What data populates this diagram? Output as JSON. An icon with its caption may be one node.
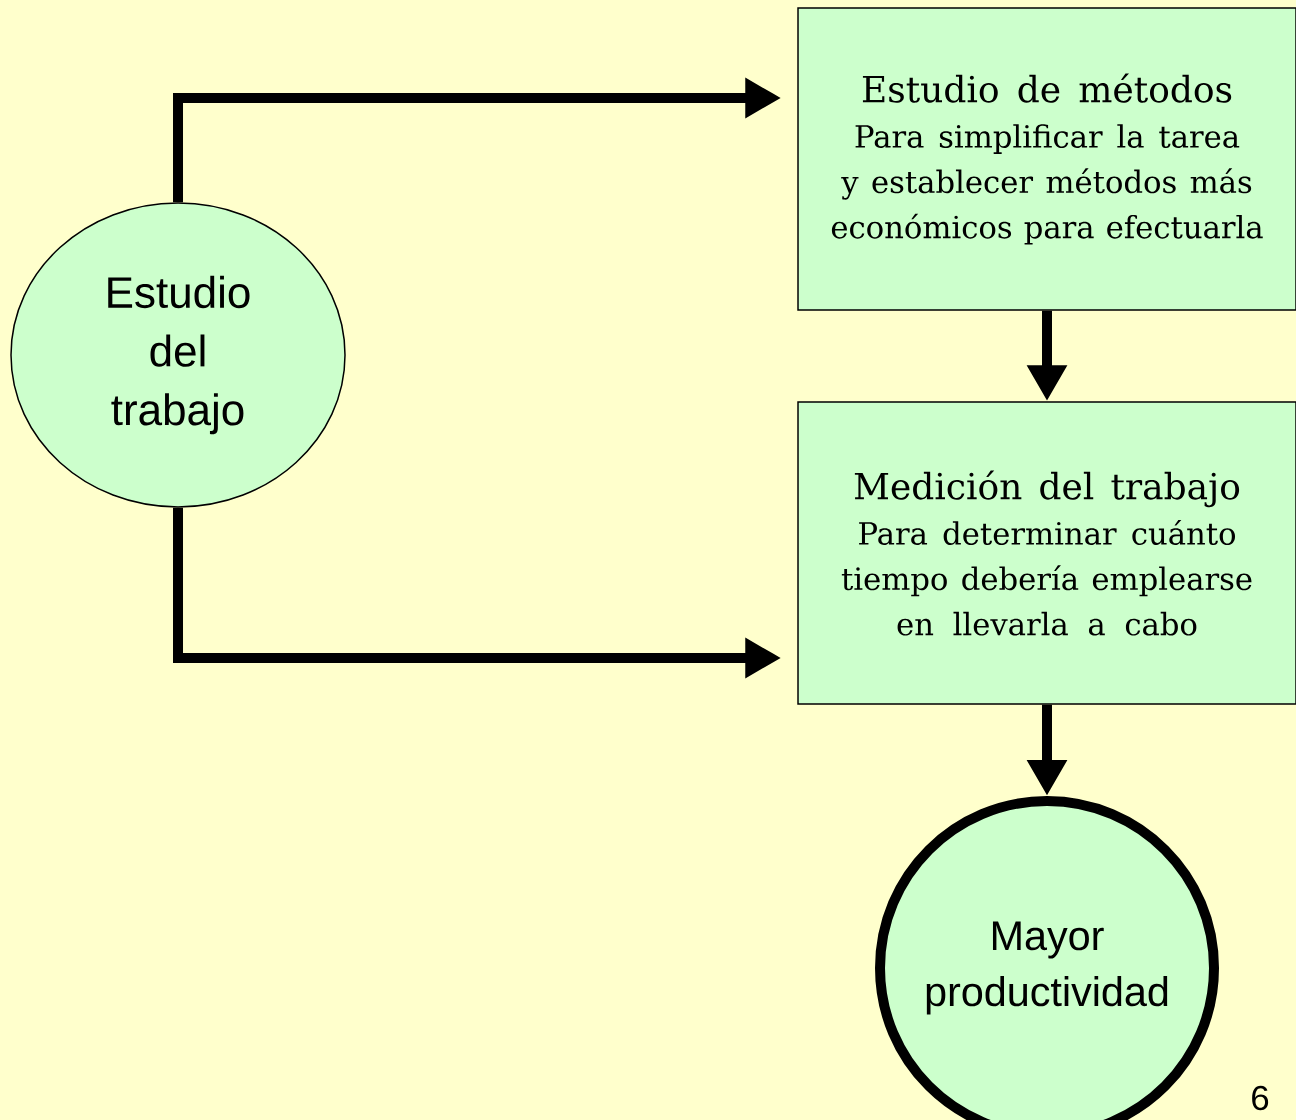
{
  "diagram": {
    "nodes": [
      {
        "text": [
          "Estudio del trabajo"
        ]
      },
      {
        "text": [
          "Estudio de métodos",
          "Para simplificar la tarea y establecer métodos más económicos para efectuarla"
        ]
      },
      {
        "text": [
          "Medición del trabajo",
          "Para determinar cuánto tiempo debería emplearse en llevarla a cabo"
        ]
      },
      {
        "text": [
          "Mayor productividad"
        ]
      }
    ],
    "edges": [
      {
        "from": 0,
        "to": 1,
        "arrow": "to"
      },
      {
        "from": 0,
        "to": 2,
        "arrow": "to"
      },
      {
        "from": 1,
        "to": 2,
        "arrow": "to"
      },
      {
        "from": 2,
        "to": 3,
        "arrow": "to"
      }
    ],
    "labels": [
      "6"
    ]
  }
}
